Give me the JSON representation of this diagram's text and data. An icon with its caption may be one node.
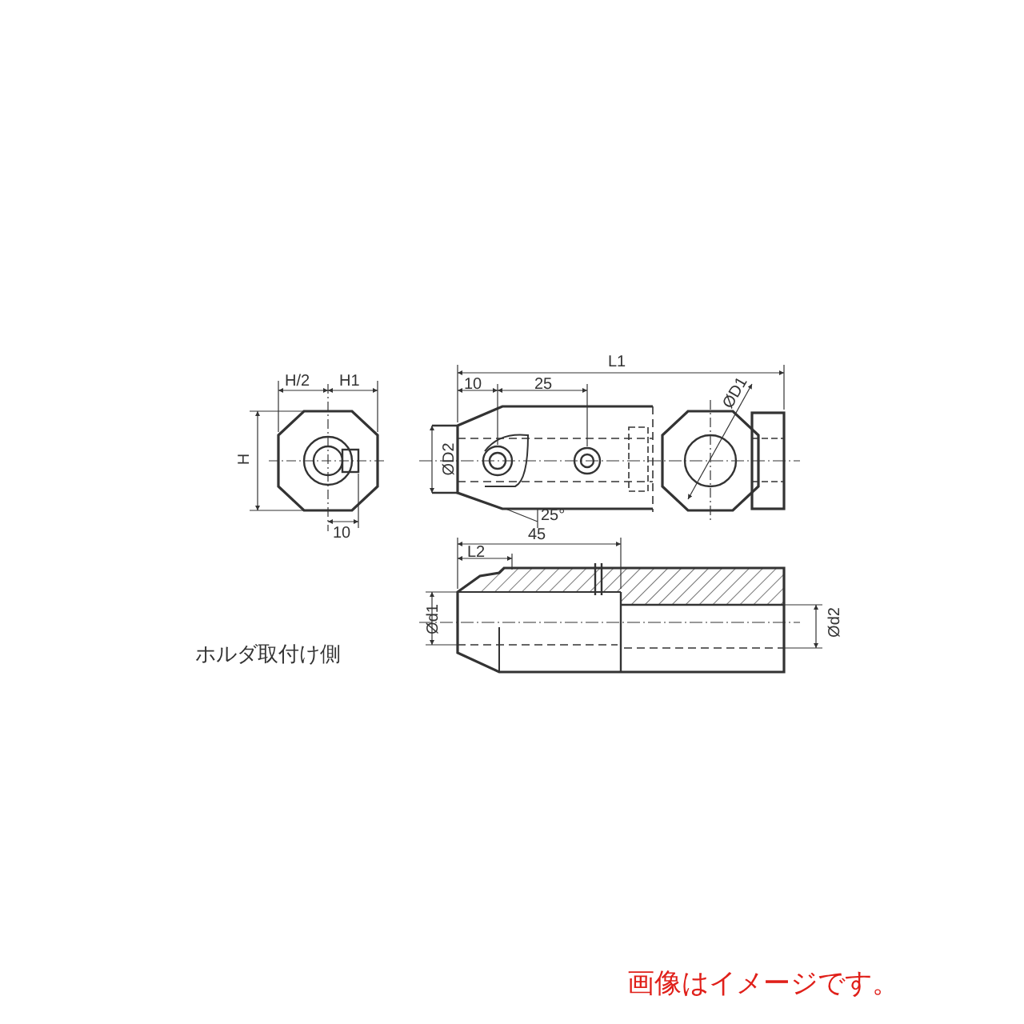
{
  "diagram": {
    "caption": "画像はイメージです。",
    "labels": [
      "L1",
      "H/2",
      "H1",
      "10",
      "25",
      "H",
      "ØD2",
      "ØD1",
      "10",
      "25°",
      "45",
      "L2",
      "Ød1",
      "Ød2",
      "ホルダ取付け側"
    ]
  }
}
